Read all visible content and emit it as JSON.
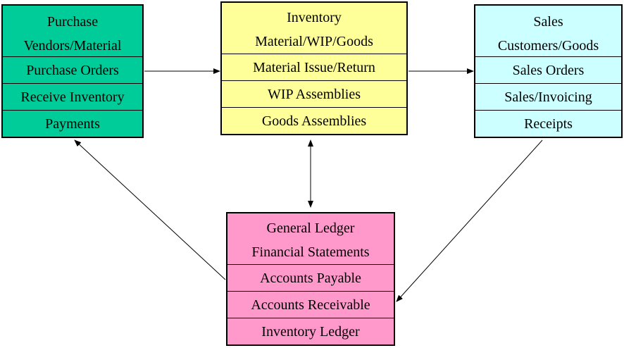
{
  "colors": {
    "purchase": "#00cc99",
    "inventory": "#ffff99",
    "sales": "#ccffff",
    "ledger": "#ff99cc"
  },
  "purchase": {
    "title": "Purchase",
    "subtitle": "Vendors/Material",
    "rows": [
      "Purchase Orders",
      "Receive Inventory",
      "Payments"
    ]
  },
  "inventory": {
    "title": "Inventory",
    "subtitle": "Material/WIP/Goods",
    "rows": [
      "Material Issue/Return",
      "WIP Assemblies",
      "Goods Assemblies"
    ]
  },
  "sales": {
    "title": "Sales",
    "subtitle": "Customers/Goods",
    "rows": [
      "Sales Orders",
      "Sales/Invoicing",
      "Receipts"
    ]
  },
  "ledger": {
    "title": "General Ledger",
    "subtitle": "Financial Statements",
    "rows": [
      "Accounts Payable",
      "Accounts Receivable",
      "Inventory Ledger"
    ]
  }
}
